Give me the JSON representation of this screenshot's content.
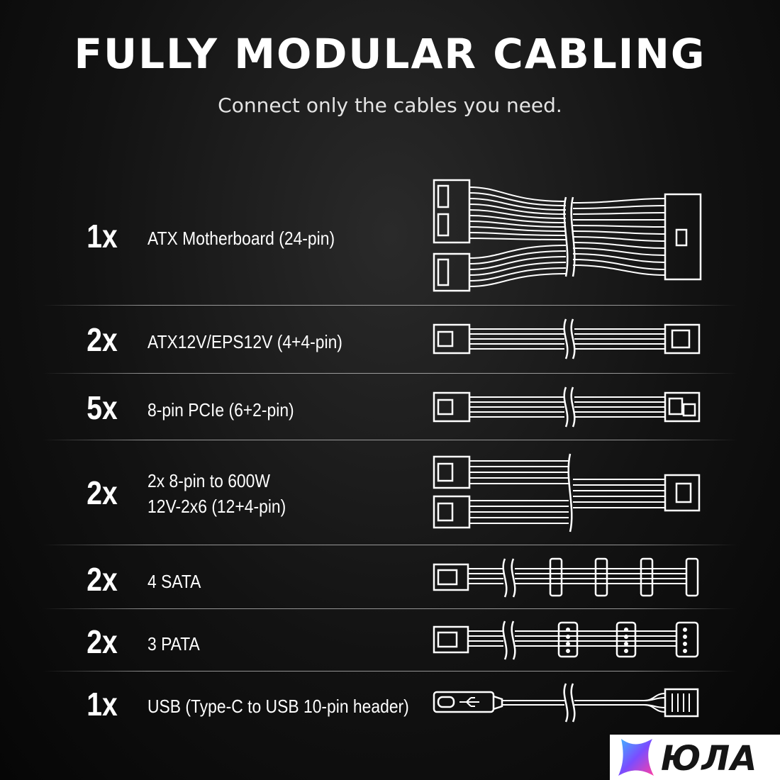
{
  "header": {
    "title": "FULLY MODULAR CABLING",
    "subtitle": "Connect only the cables you need."
  },
  "cables": [
    {
      "qty": "1x",
      "label_lines": [
        "ATX Motherboard (24-pin)"
      ],
      "icon": "atx-24pin-cable-icon"
    },
    {
      "qty": "2x",
      "label_lines": [
        "ATX12V/EPS12V (4+4-pin)"
      ],
      "icon": "eps-cable-icon"
    },
    {
      "qty": "5x",
      "label_lines": [
        "8-pin PCIe (6+2-pin)"
      ],
      "icon": "pcie-cable-icon"
    },
    {
      "qty": "2x",
      "label_lines": [
        "2x 8-pin to 600W",
        "12V-2x6 (12+4-pin)"
      ],
      "icon": "12v-2x6-cable-icon"
    },
    {
      "qty": "2x",
      "label_lines": [
        "4 SATA"
      ],
      "icon": "sata-cable-icon"
    },
    {
      "qty": "2x",
      "label_lines": [
        "3 PATA"
      ],
      "icon": "pata-cable-icon"
    },
    {
      "qty": "1x",
      "label_lines": [
        "USB (Type-C to USB 10-pin header)"
      ],
      "icon": "usb-cable-icon"
    }
  ],
  "logo": {
    "text": "ЮЛА",
    "icon": "star-logo-icon"
  },
  "colors": {
    "background": "#0c0c0c",
    "foreground": "#ffffff",
    "logo_bg": "#ffffff"
  }
}
